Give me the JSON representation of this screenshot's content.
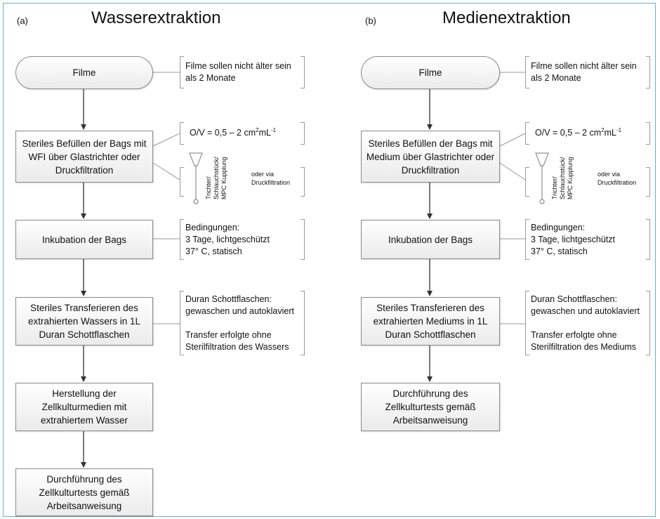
{
  "left": {
    "letter": "(a)",
    "title": "Wasserextraktion",
    "steps": [
      "Filme",
      "Steriles Befüllen der Bags mit WFI über Glastrichter oder Druckfiltration",
      "Inkubation der Bags",
      "Steriles Transferieren des extrahierten Wassers in 1L Duran Schottflaschen",
      "Herstellung der Zellkulturmedien mit extrahiertem Wasser",
      "Durchführung des Zellkulturtests gemäß Arbeitsanweisung"
    ],
    "notes": {
      "age": "Filme sollen nicht älter sein als 2 Monate",
      "ov_prefix": "O/V = 0,5 – 2 cm",
      "ov_mid": "mL",
      "sq": "2",
      "neg1": "-1",
      "funnel_label": "Trichter/ Schlauchstück/ MPC Kupplung",
      "via": "oder via Druckfiltration",
      "cond_title": "Bedingungen:",
      "cond_1": "3 Tage, lichtgeschützt",
      "cond_2": "37° C, statisch",
      "duran_1": "Duran Schottflaschen:",
      "duran_2": "gewaschen und autoklaviert",
      "transfer_1": "Transfer erfolgte ohne",
      "transfer_2": "Sterilfiltration des Wassers"
    }
  },
  "right": {
    "letter": "(b)",
    "title": "Medienextraktion",
    "steps": [
      "Filme",
      "Steriles Befüllen der Bags mit Medium über Glastrichter oder Druckfiltration",
      "Inkubation der Bags",
      "Steriles Transferieren des extrahierten Mediums in 1L Duran Schottflaschen",
      "Durchführung des Zellkulturtests gemäß Arbeitsanweisung"
    ],
    "notes": {
      "age": "Filme sollen nicht älter sein als 2 Monate",
      "ov_prefix": "O/V = 0,5 – 2 cm",
      "ov_mid": "mL",
      "sq": "2",
      "neg1": "-1",
      "funnel_label": "Trichter/ Schlauchstück/ MPC Kupplung",
      "via": "oder via Druckfiltration",
      "cond_title": "Bedingungen:",
      "cond_1": "3 Tage, lichtgeschützt",
      "cond_2": "37° C, statisch",
      "duran_1": "Duran Schottflaschen:",
      "duran_2": "gewaschen und autoklaviert",
      "transfer_1": "Transfer erfolgte ohne",
      "transfer_2": "Sterilfiltration des Mediums"
    }
  }
}
